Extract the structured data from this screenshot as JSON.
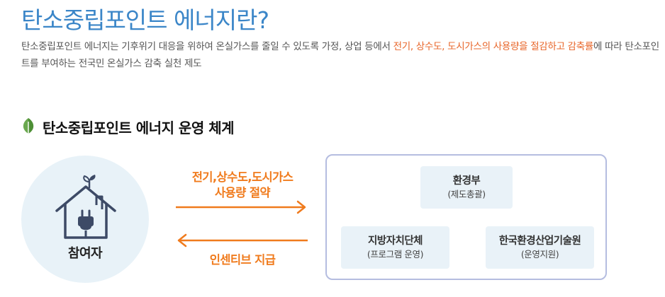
{
  "header": {
    "title": "탄소중립포인트 에너지란?"
  },
  "intro": {
    "text_before": "탄소중립포인트 에너지는 기후위기 대응을 위하여 온실가스를 줄일 수 있도록 가정, 상업 등에서 ",
    "highlight": "전기, 상수도, 도시가스의 사용량을 절감하고 감축률",
    "text_after": "에 따라 탄소포인트를 부여하는 전국민 온실가스 감축 실천 제도"
  },
  "section": {
    "title": "탄소중립포인트 에너지 운영 체계",
    "icon": "leaf-icon"
  },
  "participant": {
    "label": "참여자",
    "icon": "house-plug-icon"
  },
  "flows": {
    "saving": {
      "line1": "전기,상수도,도시가스",
      "line2": "사용량 절약",
      "direction": "right"
    },
    "incentive": {
      "label": "인센티브 지급",
      "direction": "left"
    }
  },
  "operators": {
    "ministry": {
      "name": "환경부",
      "role": "(제도총괄)"
    },
    "local_gov": {
      "name": "지방자치단체",
      "role": "(프로그램 운영)"
    },
    "keiti": {
      "name": "한국환경산업기술원",
      "role": "(운영지원)"
    }
  },
  "colors": {
    "title_blue": "#3b86c8",
    "accent_orange": "#f07b1d",
    "highlight_orange": "#e8662a",
    "leaf_green": "#6aa84f",
    "house_navy": "#3d4a66",
    "circle_bg": "#e8f2f8",
    "panel_border": "#b5bde0"
  }
}
